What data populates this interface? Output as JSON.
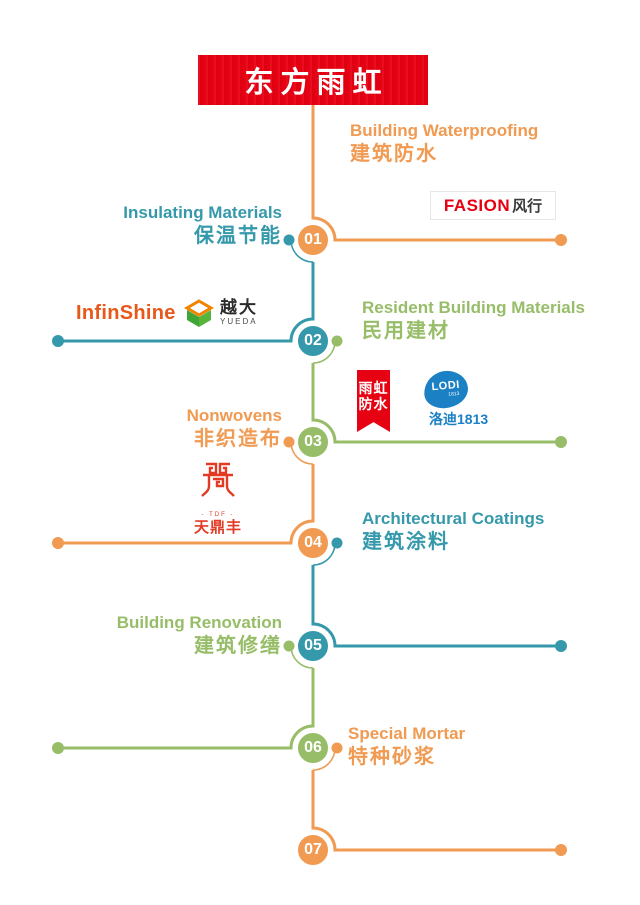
{
  "palette": {
    "orange": "#F09A52",
    "teal": "#3599AB",
    "green": "#97BD69",
    "banner_red": "#E60113",
    "fasion_red": "#E60012",
    "yuhong_red": "#E60213",
    "lodi_blue": "#1B80C4",
    "tdf_red": "#E23A23",
    "infinshine_orange": "#E8581A",
    "yueda_green": "#3FA535",
    "yueda_orange": "#F08300"
  },
  "banner": {
    "title": "东方雨虹"
  },
  "segments": [
    {
      "en": "Building Waterproofing",
      "zh": "建筑防水",
      "color": "orange",
      "side": "right"
    },
    {
      "en": "Insulating Materials",
      "zh": "保温节能",
      "color": "teal",
      "side": "left"
    },
    {
      "en": "Resident Building Materials",
      "zh": "民用建材",
      "color": "green",
      "side": "right"
    },
    {
      "en": "Nonwovens",
      "zh": "非织造布",
      "color": "orange",
      "side": "left"
    },
    {
      "en": "Architectural Coatings",
      "zh": "建筑涂料",
      "color": "teal",
      "side": "right"
    },
    {
      "en": "Building Renovation",
      "zh": "建筑修缮",
      "color": "green",
      "side": "left"
    },
    {
      "en": "Special Mortar",
      "zh": "特种砂浆",
      "color": "orange",
      "side": "right"
    }
  ],
  "nodes": [
    {
      "number": "01"
    },
    {
      "number": "02"
    },
    {
      "number": "03"
    },
    {
      "number": "04"
    },
    {
      "number": "05"
    },
    {
      "number": "06"
    },
    {
      "number": "07"
    }
  ],
  "brands": {
    "fasion": {
      "latin": "FASION",
      "zh": "风行"
    },
    "infinshine": {
      "name": "InfinShine"
    },
    "yueda": {
      "zh": "越大",
      "latin": "YUEDA"
    },
    "yuhong": {
      "line1": "雨虹",
      "line2": "防水"
    },
    "lodi": {
      "latin": "LODI",
      "year": "1813",
      "zh": "洛迪1813"
    },
    "tianingfeng": {
      "latin": "- TDF -",
      "zh": "天鼎丰"
    }
  }
}
